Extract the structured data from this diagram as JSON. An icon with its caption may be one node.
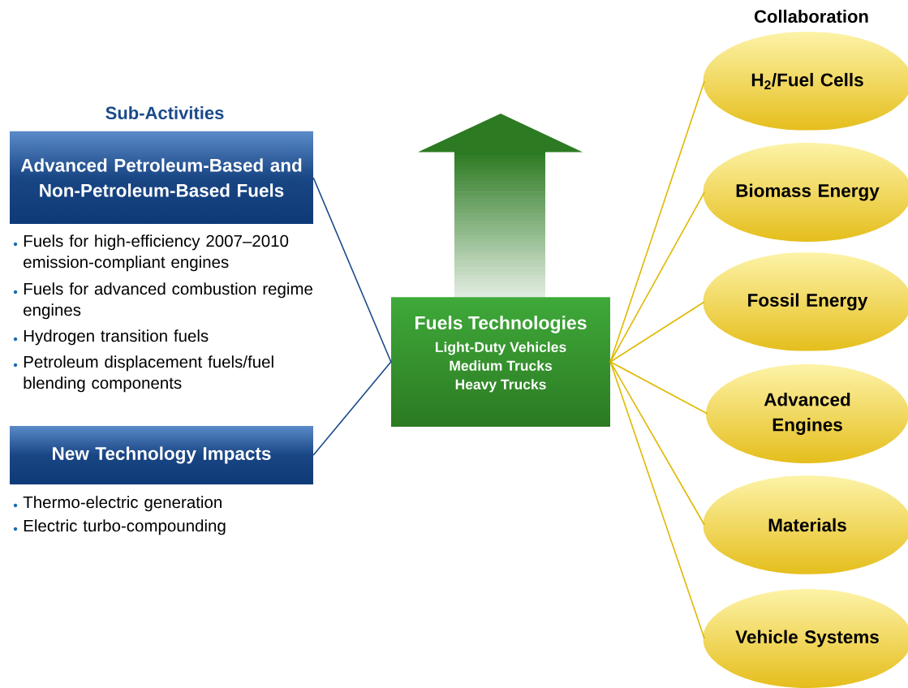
{
  "diagram": {
    "nodes": [
      {
        "text": [
          "Advanced Petroleum-Based and Non-Petroleum-Based Fuels"
        ],
        "beside": [
          "Fuels for high-efficiency 2007–2010 emission-compliant engines",
          "Fuels for advanced combustion regime engines",
          "Hydrogen transition fuels",
          "Petroleum displacement fuels/fuel blending components"
        ]
      },
      {
        "text": [
          "New Technology Impacts"
        ],
        "beside": [
          "Thermo-electric generation",
          "Electric turbo-compounding"
        ]
      },
      {
        "text": [
          "Fuels Technologies",
          "Light-Duty Vehicles",
          "Medium Trucks",
          "Heavy Trucks"
        ]
      },
      {
        "text": [
          "H$_{2}$/Fuel Cells"
        ]
      },
      {
        "text": [
          "Biomass Energy"
        ]
      },
      {
        "text": [
          "Fossil Energy"
        ]
      },
      {
        "text": [
          "Advanced Engines"
        ]
      },
      {
        "text": [
          "Materials"
        ]
      },
      {
        "text": [
          "Vehicle Systems"
        ]
      }
    ],
    "edges": [
      {
        "from": 0,
        "to": 2,
        "arrow": "none",
        "color": "#1a4a8a"
      },
      {
        "from": 1,
        "to": 2,
        "arrow": "none",
        "color": "#1a4a8a"
      },
      {
        "from": 2,
        "to": 3,
        "arrow": "none"
      },
      {
        "from": 2,
        "to": 4,
        "arrow": "none"
      },
      {
        "from": 2,
        "to": 5,
        "arrow": "none"
      },
      {
        "from": 2,
        "to": 6,
        "arrow": "none"
      },
      {
        "from": 2,
        "to": 7,
        "arrow": "none"
      },
      {
        "from": 2,
        "to": 8,
        "arrow": "none"
      }
    ],
    "labels": [
      "Sub-Activities",
      "Collaboration"
    ]
  }
}
